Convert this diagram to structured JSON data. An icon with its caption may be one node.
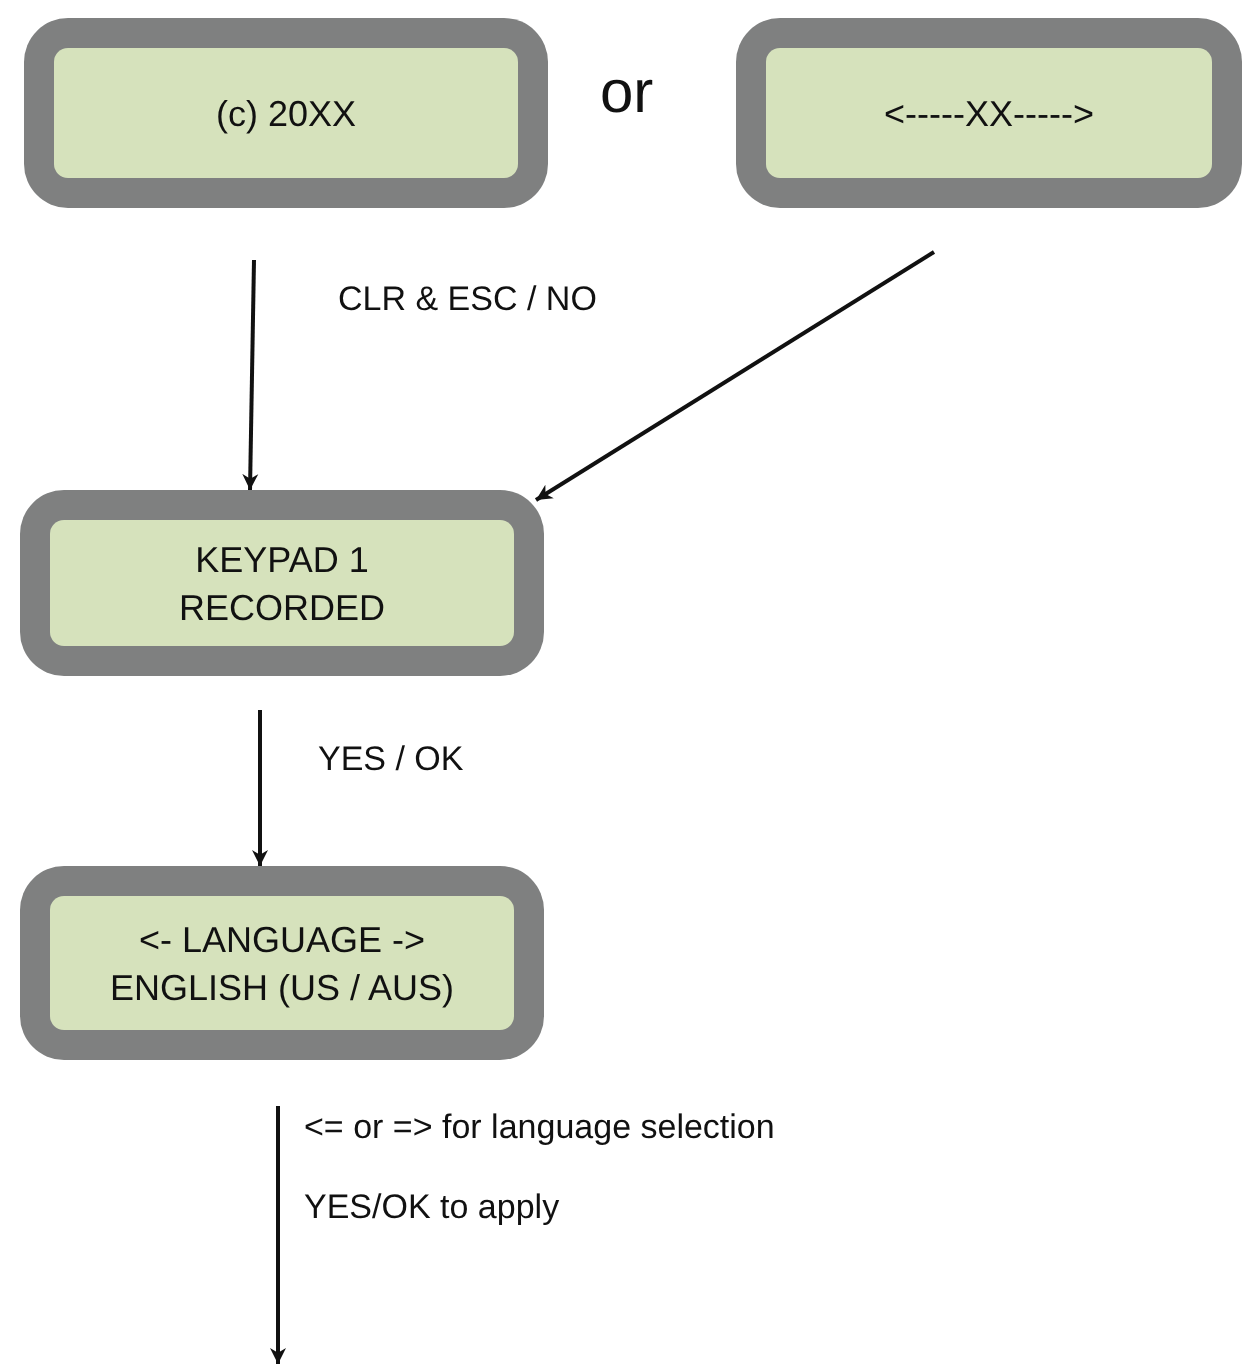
{
  "diagram": {
    "nodes": [
      {
        "text": [
          "(c) 20XX"
        ]
      },
      {
        "text": [
          "<-----XX----->"
        ]
      },
      {
        "text": [
          "KEYPAD 1 RECORDED"
        ]
      },
      {
        "text": [
          "<- LANGUAGE -> ENGLISH (US / AUS)"
        ]
      }
    ],
    "edges": [
      {
        "from": 0,
        "to": 2,
        "arrow": "to",
        "label": "CLR & ESC / NO"
      },
      {
        "from": 1,
        "to": 2,
        "arrow": "to"
      },
      {
        "from": 2,
        "to": 3,
        "arrow": "to",
        "label": "YES / OK"
      },
      {
        "from": 3,
        "to": null,
        "arrow": "to"
      }
    ],
    "labels": [
      "or",
      "<= or => for language selection",
      "YES/OK to apply"
    ]
  }
}
